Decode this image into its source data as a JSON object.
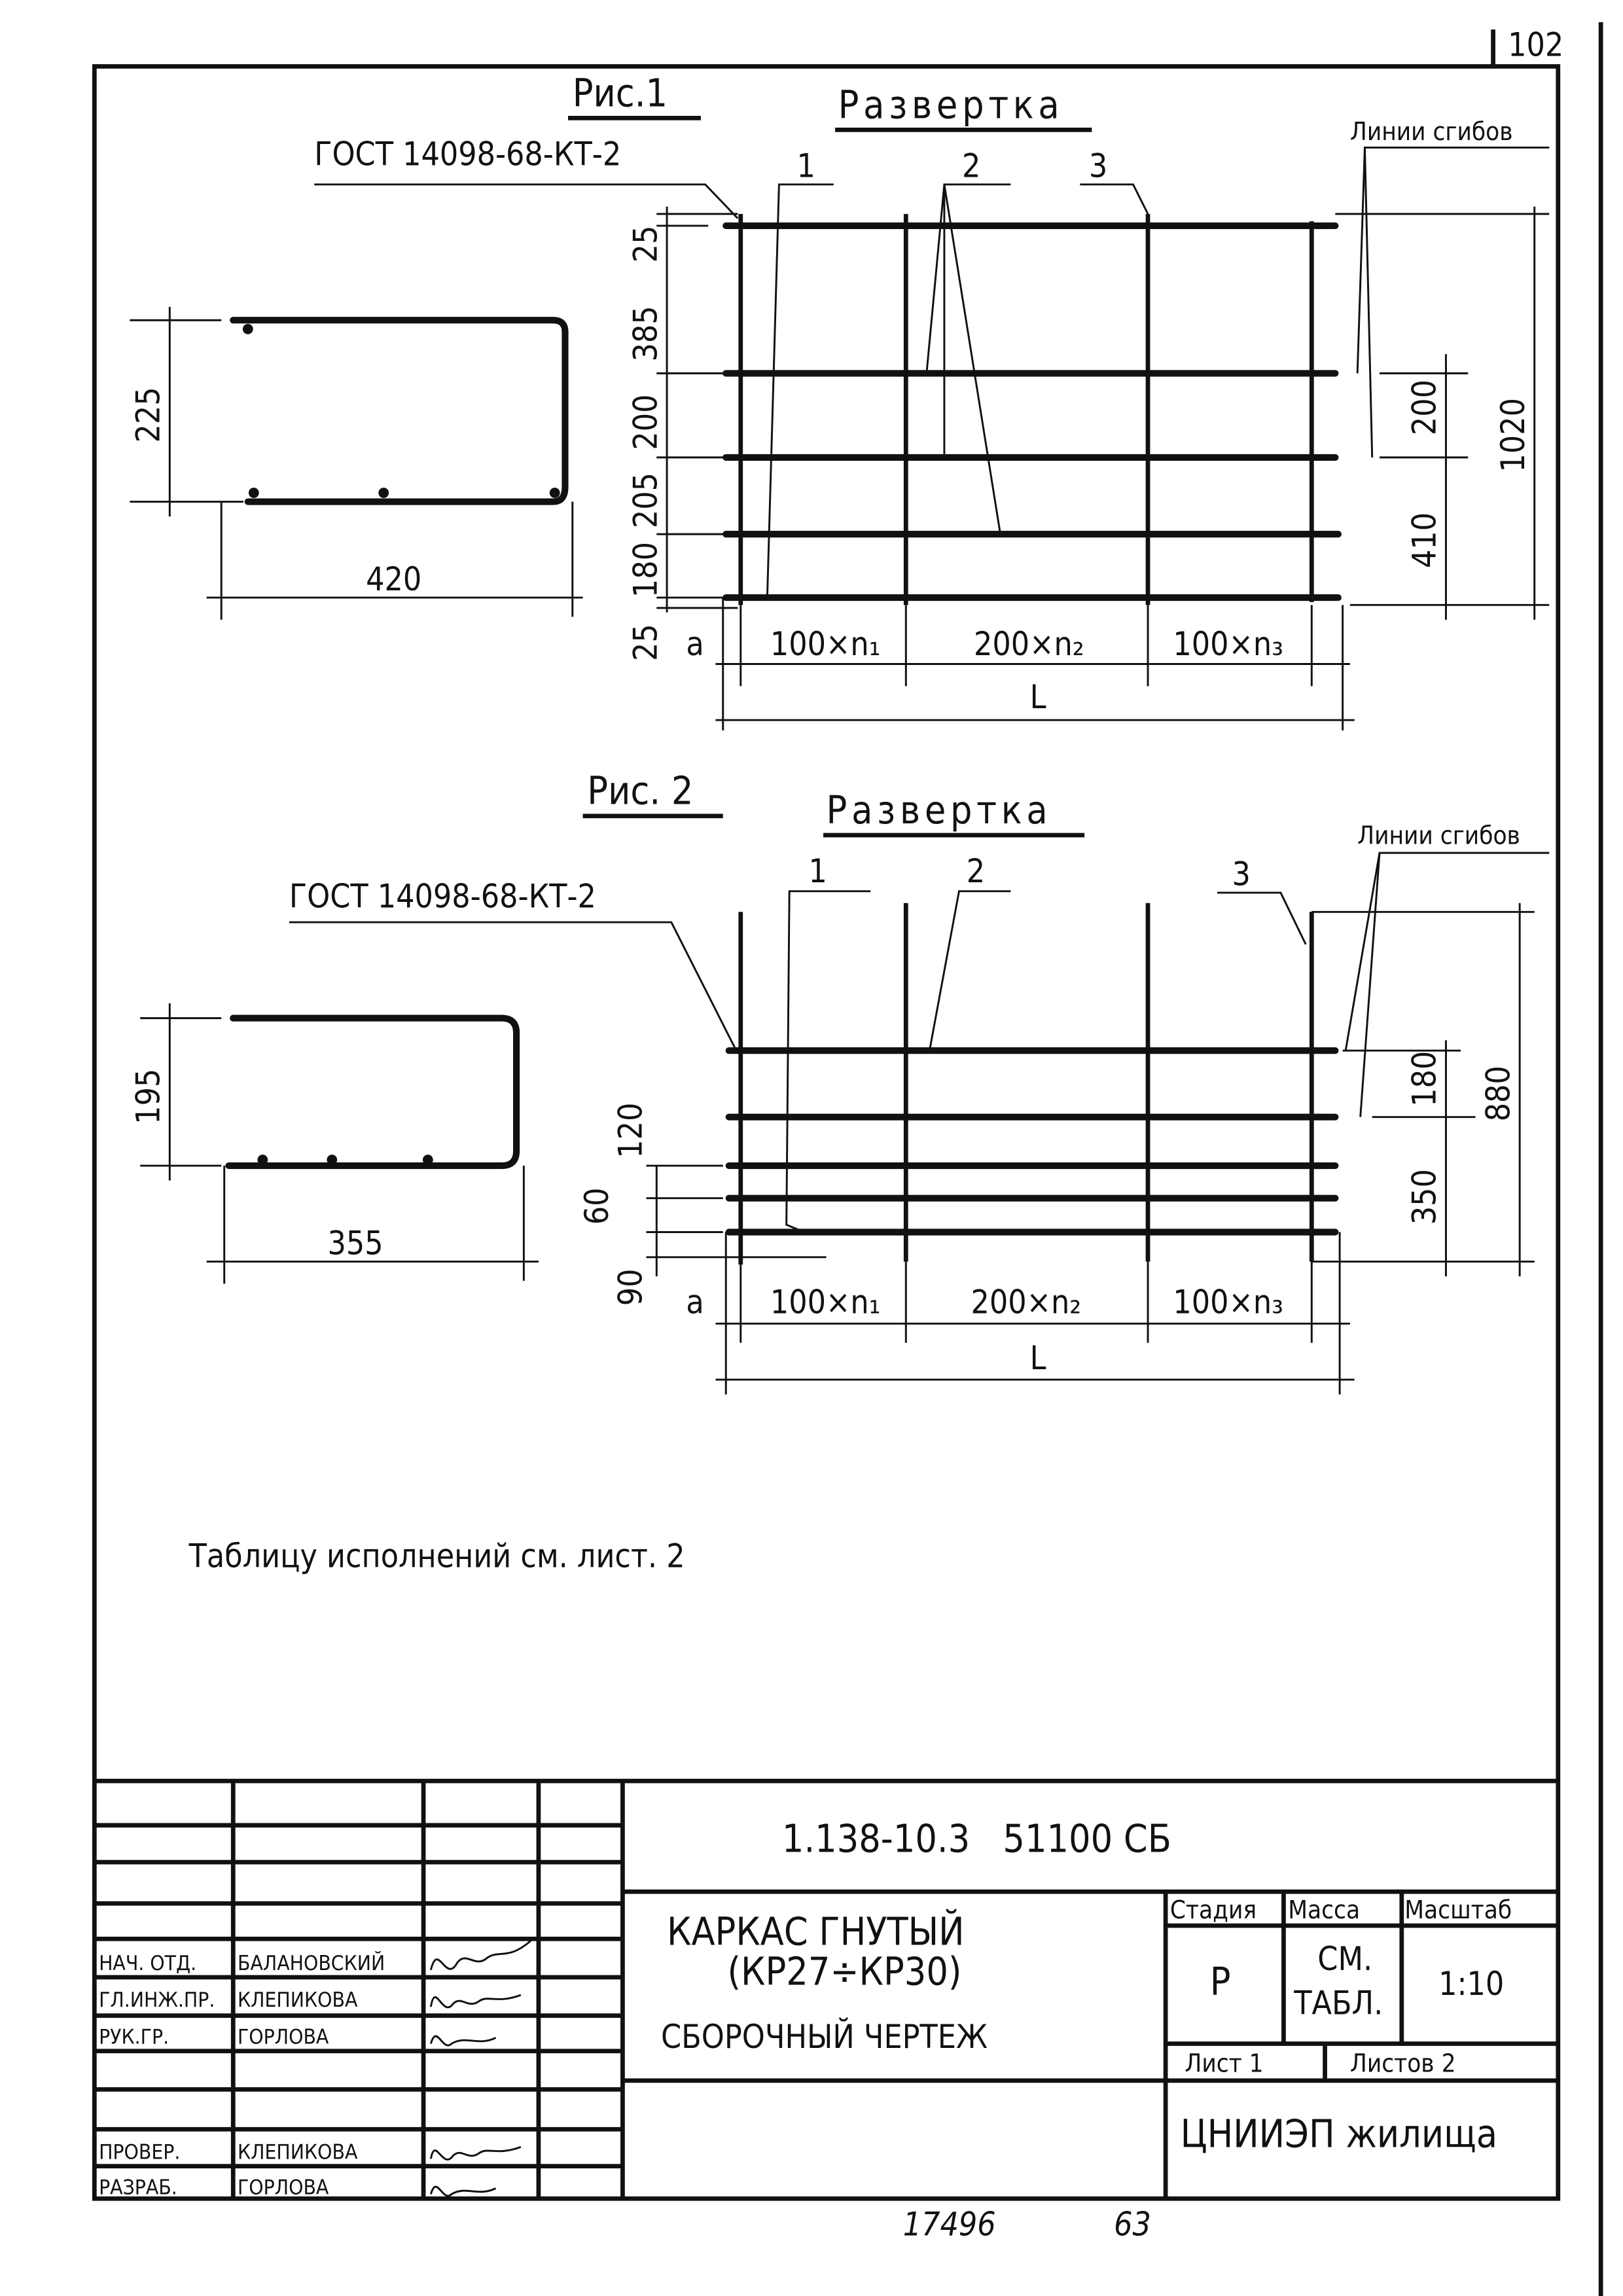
{
  "sheet_corner_number": "102",
  "fig1": {
    "title": "Рис.1",
    "unfold_title": "Развертка",
    "gost_label": "ГОСТ 14098-68-КТ-2",
    "bend_lines_label": "Линии сгибов",
    "callouts": [
      "1",
      "2",
      "3"
    ],
    "section_dims": {
      "height": "225",
      "width": "420"
    },
    "left_dims": [
      "25",
      "385",
      "200",
      "205",
      "180",
      "25"
    ],
    "right_dims": [
      "200",
      "410",
      "1020"
    ],
    "bottom_dims": [
      "a",
      "100×n₁",
      "200×n₂",
      "100×n₃"
    ],
    "total_length": "L"
  },
  "fig2": {
    "title": "Рис. 2",
    "unfold_title": "Развертка",
    "gost_label": "ГОСТ 14098-68-КТ-2",
    "bend_lines_label": "Линии сгибов",
    "callouts": [
      "1",
      "2",
      "3"
    ],
    "section_dims": {
      "height": "195",
      "width": "355"
    },
    "left_dims": [
      "120",
      "60",
      "90"
    ],
    "right_dims": [
      "180",
      "350",
      "880"
    ],
    "bottom_dims": [
      "a",
      "100×n₁",
      "200×n₂",
      "100×n₃"
    ],
    "total_length": "L"
  },
  "note": "Таблицу исполнений см. лист. 2",
  "title_block": {
    "document_code": "1.138-10.3   51100 СБ",
    "title_line1": "КАРКАС ГНУТЫЙ",
    "title_line2": "(КР27÷КР30)",
    "title_line3": "СБОРОЧНЫЙ ЧЕРТЕЖ",
    "headers": {
      "stage": "Стадия",
      "mass": "Масса",
      "scale": "Масштаб"
    },
    "values": {
      "stage": "Р",
      "mass_line1": "СМ.",
      "mass_line2": "ТАБЛ.",
      "scale": "1:10"
    },
    "sheet": "Лист 1",
    "sheets_total": "Листов 2",
    "organization": "ЦНИИЭП жилища",
    "signatures": [
      {
        "role": "НАЧ. ОТД.",
        "name": "БАЛАНОВСКИЙ"
      },
      {
        "role": "ГЛ.ИНЖ.ПР.",
        "name": "КЛЕПИКОВА"
      },
      {
        "role": "РУК.ГР.",
        "name": "ГОРЛОВА"
      },
      {
        "role": "ПРОВЕР.",
        "name": "КЛЕПИКОВА"
      },
      {
        "role": "РАЗРАБ.",
        "name": "ГОРЛОВА"
      }
    ]
  },
  "footer_numbers": [
    "17496",
    "63"
  ]
}
